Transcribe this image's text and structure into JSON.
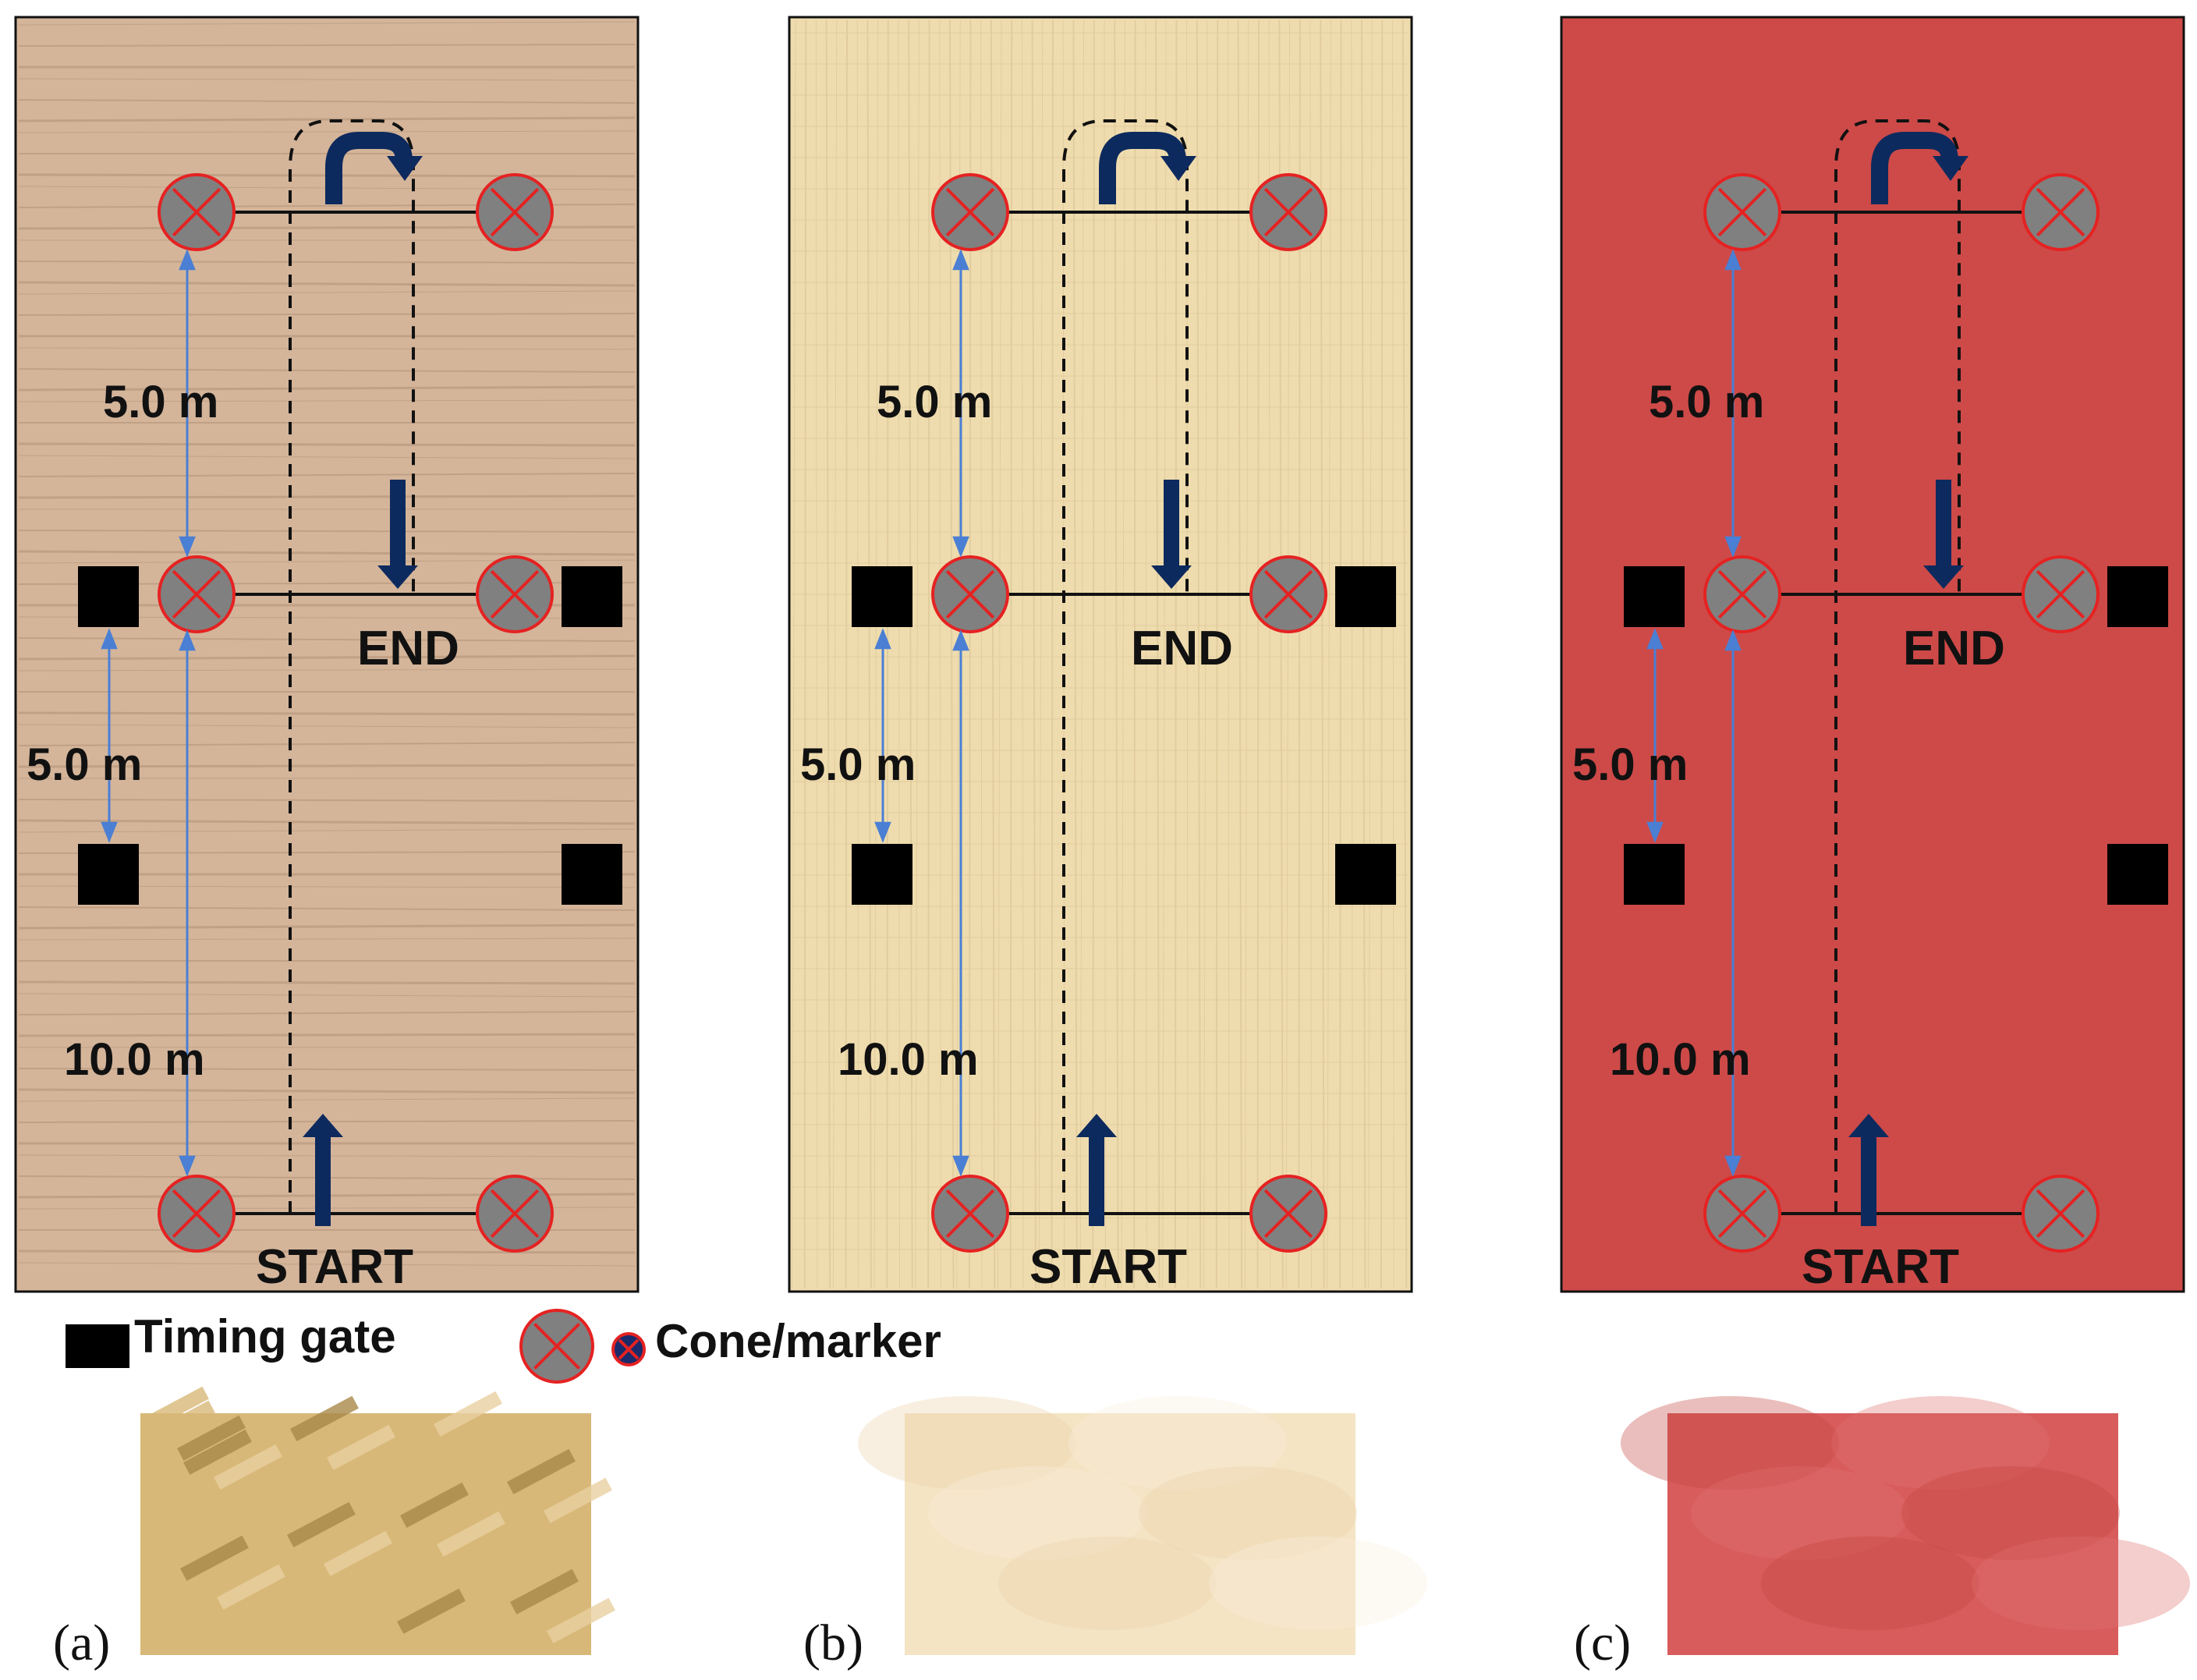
{
  "panels": [
    {
      "id": "a",
      "surface": "wood-light",
      "field_color": "#d4b59a",
      "grain_color": "#a07e60",
      "photo_colors": [
        "#d8b878",
        "#a88848",
        "#e8d0a0"
      ],
      "caption": "(a)",
      "labels": {
        "end": "END",
        "start": "START",
        "dist_top": "5.0 m",
        "dist_gate": "5.0 m",
        "dist_bottom": "10.0 m"
      }
    },
    {
      "id": "b",
      "surface": "wood-pale",
      "field_color": "#efdcae",
      "grain_color": "#c9b080",
      "photo_colors": [
        "#f4e4c4",
        "#ead2aa",
        "#f8eedc"
      ],
      "caption": "(b)",
      "labels": {
        "end": "END",
        "start": "START",
        "dist_top": "5.0 m",
        "dist_gate": "5.0 m",
        "dist_bottom": "10.0 m"
      }
    },
    {
      "id": "c",
      "surface": "synthetic-red",
      "field_color": "#cd4a48",
      "grain_color": "#cd4a48",
      "photo_colors": [
        "#d85c5c",
        "#c44440",
        "#e07070"
      ],
      "caption": "(c)",
      "labels": {
        "end": "END",
        "start": "START",
        "dist_top": "5.0 m",
        "dist_gate": "5.0 m",
        "dist_bottom": "10.0 m"
      }
    }
  ],
  "legend": {
    "timing_gate": "Timing gate",
    "cone_marker": "Cone/marker"
  },
  "colors": {
    "cone_fill": "#808080",
    "cone_stroke": "#e52222",
    "arrow": "#0d2a5e",
    "measure": "#4a7fd4",
    "gate": "#000000"
  },
  "icons": [
    "timing-gate-icon",
    "cone-icon",
    "arrow-up-icon",
    "arrow-down-icon",
    "u-turn-arrow-icon",
    "measure-arrow-icon"
  ]
}
